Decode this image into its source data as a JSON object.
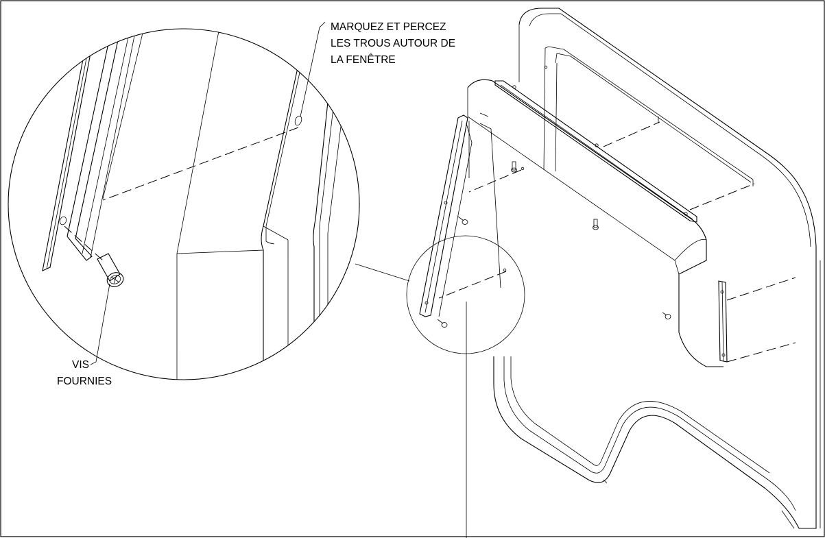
{
  "labels": {
    "callout_top": [
      "MARQUEZ ET PERCEZ",
      "LES TROUS AUTOUR DE",
      "LA FENÊTRE"
    ],
    "callout_screws": [
      "VIS",
      "FOURNIES"
    ]
  }
}
